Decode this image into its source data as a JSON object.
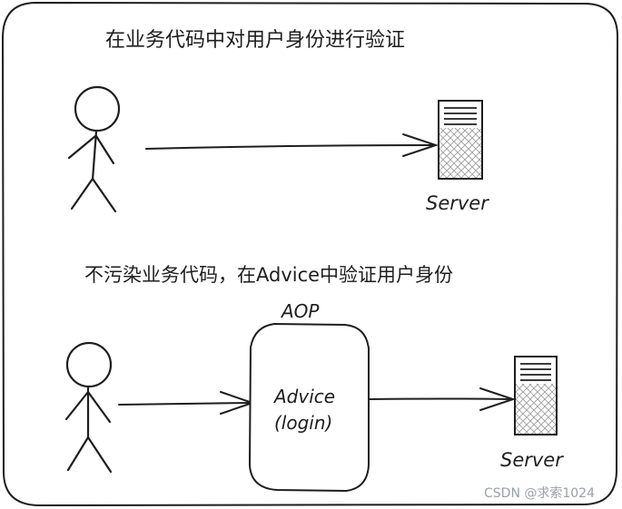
{
  "scenario_top": {
    "title": "在业务代码中对用户身份进行验证",
    "server_label": "Server"
  },
  "scenario_bottom": {
    "title": "不污染业务代码，在Advice中验证用户身份",
    "aop_label": "AOP",
    "advice_label": "Advice",
    "advice_sublabel": "(login)",
    "server_label": "Server"
  },
  "watermark": "CSDN @求索1024",
  "colors": {
    "stroke": "#1e1e1e",
    "server_fill": "#d0d0d0",
    "background": "#ffffff"
  },
  "icons": [
    "stick-figure-user",
    "server-icon",
    "arrow-right"
  ]
}
